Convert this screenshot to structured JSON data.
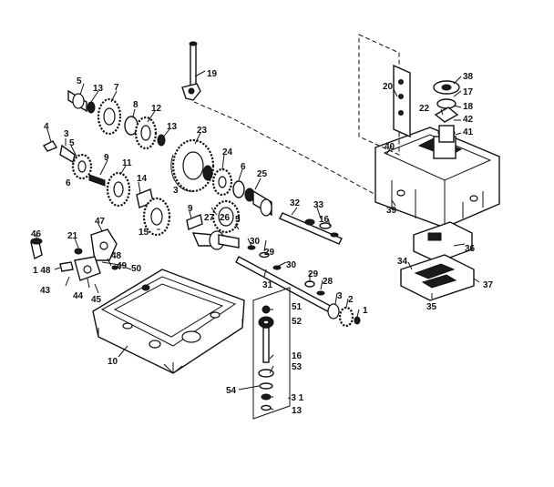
{
  "callouts": [
    {
      "id": "c19",
      "text": "19"
    },
    {
      "id": "c5a",
      "text": "5"
    },
    {
      "id": "c13a",
      "text": "13"
    },
    {
      "id": "c7",
      "text": "7"
    },
    {
      "id": "c8",
      "text": "8"
    },
    {
      "id": "c12",
      "text": "12"
    },
    {
      "id": "c13b",
      "text": "13"
    },
    {
      "id": "c4",
      "text": "4"
    },
    {
      "id": "c3a",
      "text": "3"
    },
    {
      "id": "c5b",
      "text": "5"
    },
    {
      "id": "c9a",
      "text": "9"
    },
    {
      "id": "c11",
      "text": "11"
    },
    {
      "id": "c6a",
      "text": "6"
    },
    {
      "id": "c23",
      "text": "23"
    },
    {
      "id": "c24",
      "text": "24"
    },
    {
      "id": "c6b",
      "text": "6"
    },
    {
      "id": "c25",
      "text": "25"
    },
    {
      "id": "c3b",
      "text": "3"
    },
    {
      "id": "c14",
      "text": "14"
    },
    {
      "id": "c15",
      "text": "15"
    },
    {
      "id": "c9b",
      "text": "9"
    },
    {
      "id": "c27",
      "text": "27"
    },
    {
      "id": "c26",
      "text": "26"
    },
    {
      "id": "c5c",
      "text": "5"
    },
    {
      "id": "c32",
      "text": "32"
    },
    {
      "id": "c33",
      "text": "33"
    },
    {
      "id": "c16a",
      "text": "16"
    },
    {
      "id": "c20",
      "text": "20"
    },
    {
      "id": "c38",
      "text": "38"
    },
    {
      "id": "c17",
      "text": "17"
    },
    {
      "id": "c18",
      "text": "18"
    },
    {
      "id": "c22",
      "text": "22"
    },
    {
      "id": "c42",
      "text": "42"
    },
    {
      "id": "c41",
      "text": "41"
    },
    {
      "id": "c40",
      "text": "40"
    },
    {
      "id": "c39",
      "text": "39"
    },
    {
      "id": "c36",
      "text": "36"
    },
    {
      "id": "c34",
      "text": "34"
    },
    {
      "id": "c37",
      "text": "37"
    },
    {
      "id": "c35",
      "text": "35"
    },
    {
      "id": "c46",
      "text": "46"
    },
    {
      "id": "c21",
      "text": "21"
    },
    {
      "id": "c47",
      "text": "47"
    },
    {
      "id": "c48",
      "text": "48"
    },
    {
      "id": "c49",
      "text": "49"
    },
    {
      "id": "c50",
      "text": "50"
    },
    {
      "id": "c1_48",
      "text": "1 48"
    },
    {
      "id": "c43",
      "text": "43"
    },
    {
      "id": "c44",
      "text": "44"
    },
    {
      "id": "c45",
      "text": "45"
    },
    {
      "id": "c30",
      "text": "30"
    },
    {
      "id": "c29a",
      "text": "29"
    },
    {
      "id": "c30b",
      "text": "30"
    },
    {
      "id": "c31a",
      "text": "31"
    },
    {
      "id": "c29b",
      "text": "29"
    },
    {
      "id": "c28",
      "text": "28"
    },
    {
      "id": "c3c",
      "text": "3"
    },
    {
      "id": "c2",
      "text": "2"
    },
    {
      "id": "c1",
      "text": "1"
    },
    {
      "id": "c10",
      "text": "10"
    },
    {
      "id": "c51",
      "text": "51"
    },
    {
      "id": "c52",
      "text": "52"
    },
    {
      "id": "c16b",
      "text": "16"
    },
    {
      "id": "c53",
      "text": "53"
    },
    {
      "id": "c54",
      "text": "54"
    },
    {
      "id": "c31b",
      "text": "-3 1"
    },
    {
      "id": "c13c",
      "text": "13"
    }
  ]
}
